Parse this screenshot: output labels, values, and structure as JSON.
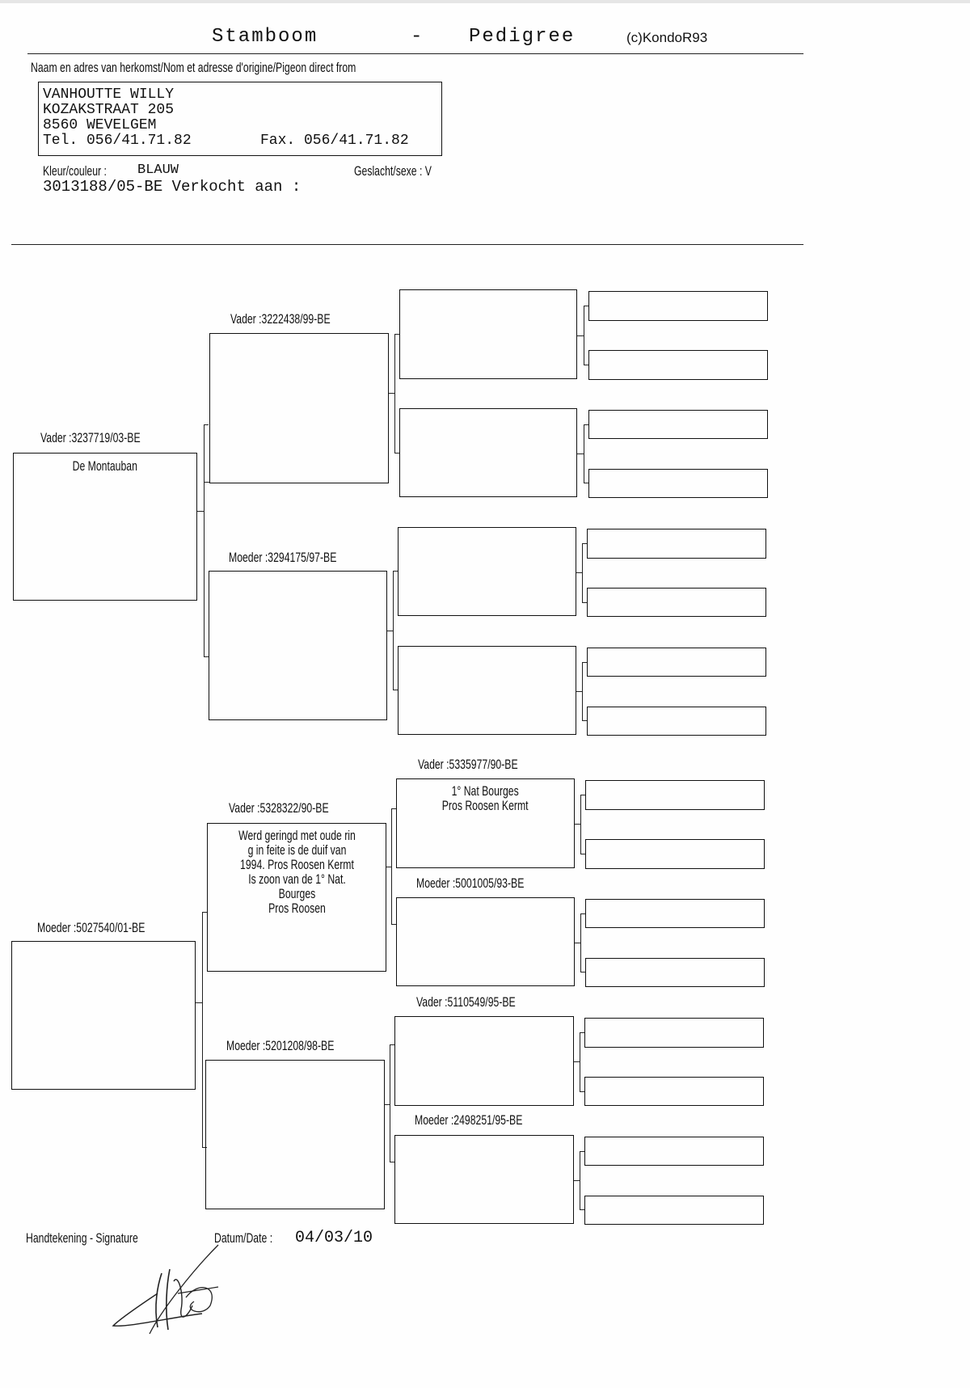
{
  "header": {
    "title_left": "Stamboom",
    "dash": "-",
    "title_right": "Pedigree",
    "credit": "(c)KondoR93"
  },
  "origin": {
    "label": "Naam en adres van herkomst/Nom et adresse d'origine/Pigeon direct from",
    "line1": "VANHOUTTE WILLY",
    "line2": "KOZAKSTRAAT 205",
    "line3": "8560 WEVELGEM",
    "tel": "Tel. 056/41.71.82",
    "fax": "Fax. 056/41.71.82"
  },
  "bird": {
    "color_label": "Kleur/couleur : ",
    "color_value": "BLAUW",
    "sex": "Geslacht/sexe : V",
    "ring_line": "3013188/05-BE Verkocht aan :"
  },
  "pedigree": {
    "g1_vader_label": "Vader :3237719/03-BE",
    "g1_vader_text": "De Montauban",
    "g1_moeder_label": "Moeder :5027540/01-BE",
    "g2_vv_label": "Vader :3222438/99-BE",
    "g2_vm_label": "Moeder :3294175/97-BE",
    "g2_mv_label": "Vader :5328322/90-BE",
    "g2_mv_text": "Werd geringd met oude rin\ng in feite is de duif van\n1994. Pros Roosen Kermt\nIs zoon van de 1° Nat.\nBourges\nPros Roosen",
    "g2_mm_label": "Moeder :5201208/98-BE",
    "g3_mvv_label": "Vader :5335977/90-BE",
    "g3_mvv_text": "1° Nat Bourges\nPros Roosen Kermt",
    "g3_mvm_label": "Moeder :5001005/93-BE",
    "g3_mmv_label": "Vader :5110549/95-BE",
    "g3_mmm_label": "Moeder :2498251/95-BE"
  },
  "footer": {
    "signature_label": "Handtekening - Signature",
    "date_label": "Datum/Date :",
    "date_value": "04/03/10",
    "signature_mark": "signature"
  }
}
